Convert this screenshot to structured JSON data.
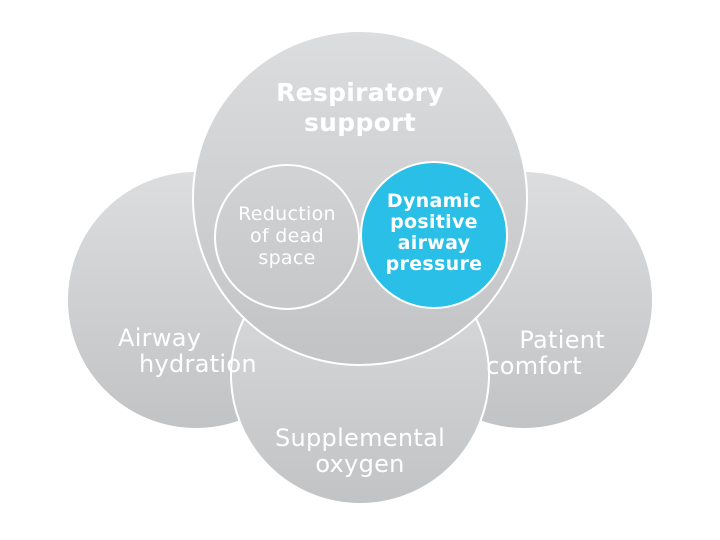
{
  "diagram": {
    "type": "overlapping-circles",
    "background_color": "#ffffff",
    "stroke_color": "#ffffff",
    "text_color": "#ffffff",
    "gray_gradient_top": "#dcddde",
    "gray_gradient_bottom": "#c2c3c5",
    "accent_color": "#29bfe7",
    "outer_circles": [
      {
        "id": "respiratory-support",
        "line1": "Respiratory",
        "line2": "support"
      },
      {
        "id": "airway-hydration",
        "line1": "Airway",
        "line2": "hydration"
      },
      {
        "id": "patient-comfort",
        "line1": "Patient",
        "line2": "comfort"
      },
      {
        "id": "supplemental-oxygen",
        "line1": "Supplemental",
        "line2": "oxygen"
      }
    ],
    "inner_circles": [
      {
        "id": "reduction-dead-space",
        "fill": "none",
        "line1": "Reduction",
        "line2": "of dead",
        "line3": "space"
      },
      {
        "id": "dynamic-positive-airway-pressure",
        "fill": "#29bfe7",
        "line1": "Dynamic",
        "line2": "positive",
        "line3": "airway",
        "line4": "pressure"
      }
    ]
  }
}
